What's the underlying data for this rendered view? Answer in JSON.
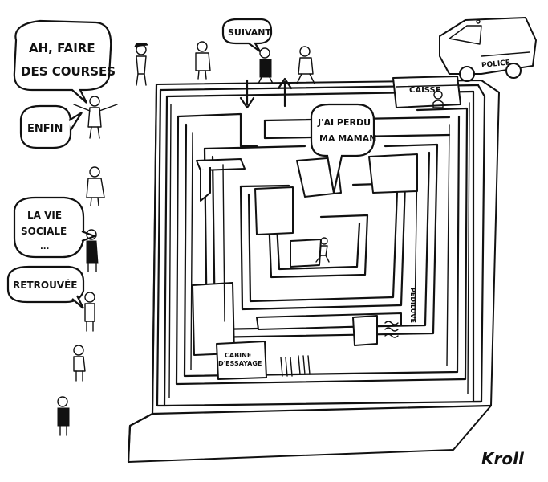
{
  "bubbles": {
    "courses_line1": "AH, FAIRE",
    "courses_line2": "DES COURSES",
    "enfin": "ENFIN",
    "vie_line1": "LA VIE",
    "vie_line2": "SOCIALE",
    "vie_line3": "...",
    "retrouvee": "RETROUVÉE",
    "suivant": "SUIVANT",
    "maman_line1": "J'AI PERDU",
    "maman_line2": "MA MAMAN"
  },
  "signs": {
    "caisse": "CAISSE",
    "police": "POLICE",
    "cabine_line1": "CABINE",
    "cabine_line2": "D'ESSAYAGE",
    "pediluve": "PEDILUVE"
  },
  "signature": "Kroll"
}
